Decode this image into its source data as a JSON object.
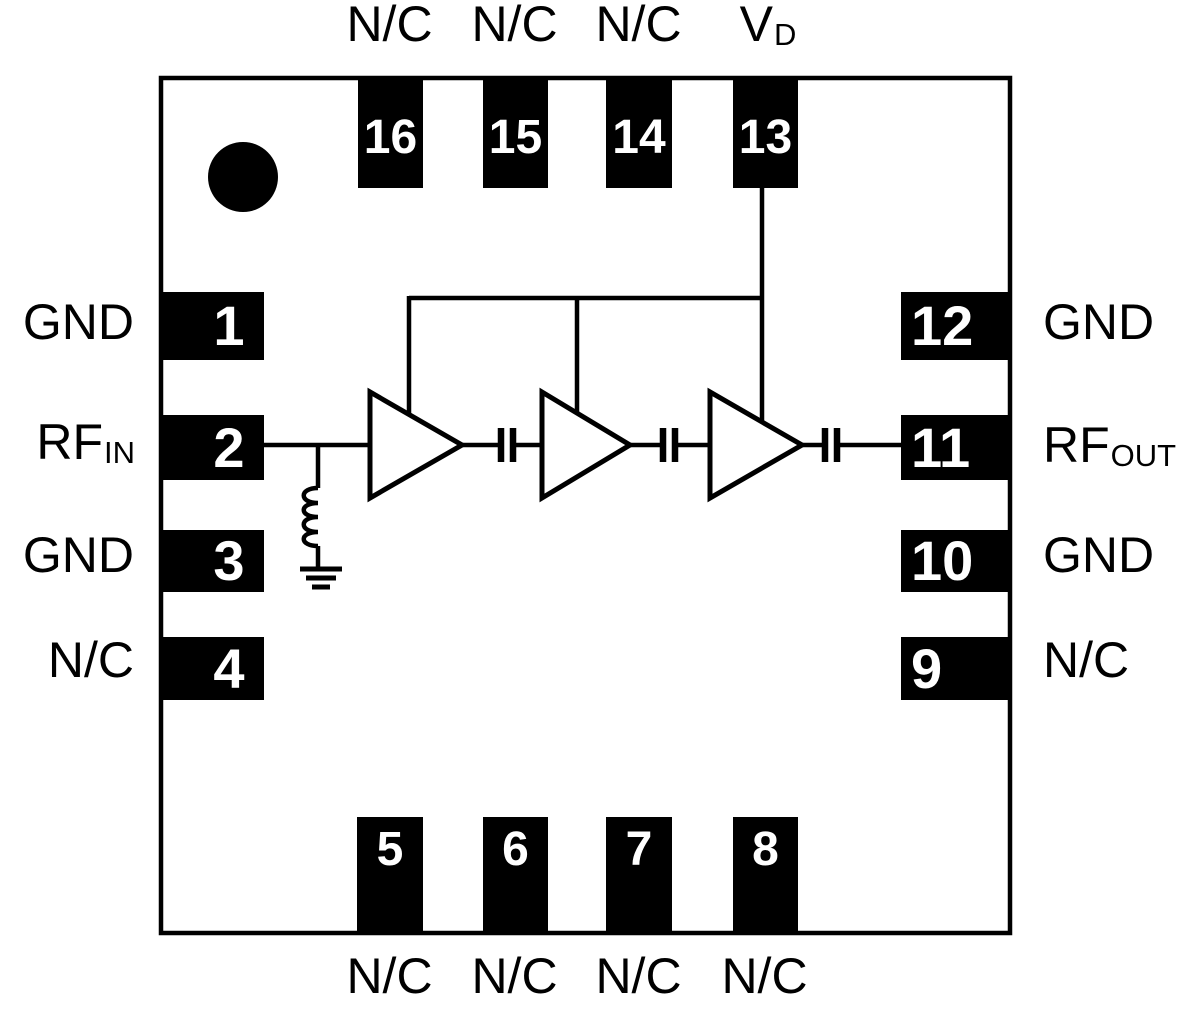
{
  "figure": {
    "kind": "IC package pinout diagram with internal 3-stage amplifier schematic",
    "pin_count": 16
  },
  "colors": {
    "ink": "#000000",
    "background": "#ffffff",
    "pin_fill": "#000000",
    "pin_number_text": "#ffffff"
  },
  "pins": {
    "top": [
      {
        "number": "16",
        "label": {
          "base": "N/C",
          "sub": ""
        }
      },
      {
        "number": "15",
        "label": {
          "base": "N/C",
          "sub": ""
        }
      },
      {
        "number": "14",
        "label": {
          "base": "N/C",
          "sub": ""
        }
      },
      {
        "number": "13",
        "label": {
          "base": "V",
          "sub": "D"
        }
      }
    ],
    "left": [
      {
        "number": "1",
        "label": {
          "base": "GND",
          "sub": ""
        }
      },
      {
        "number": "2",
        "label": {
          "base": "RF",
          "sub": "IN"
        }
      },
      {
        "number": "3",
        "label": {
          "base": "GND",
          "sub": ""
        }
      },
      {
        "number": "4",
        "label": {
          "base": "N/C",
          "sub": ""
        }
      }
    ],
    "right": [
      {
        "number": "12",
        "label": {
          "base": "GND",
          "sub": ""
        }
      },
      {
        "number": "11",
        "label": {
          "base": "RF",
          "sub": "OUT"
        }
      },
      {
        "number": "10",
        "label": {
          "base": "GND",
          "sub": ""
        }
      },
      {
        "number": "9",
        "label": {
          "base": "N/C",
          "sub": ""
        }
      }
    ],
    "bottom": [
      {
        "number": "5",
        "label": {
          "base": "N/C",
          "sub": ""
        }
      },
      {
        "number": "6",
        "label": {
          "base": "N/C",
          "sub": ""
        }
      },
      {
        "number": "7",
        "label": {
          "base": "N/C",
          "sub": ""
        }
      },
      {
        "number": "8",
        "label": {
          "base": "N/C",
          "sub": ""
        }
      }
    ]
  }
}
